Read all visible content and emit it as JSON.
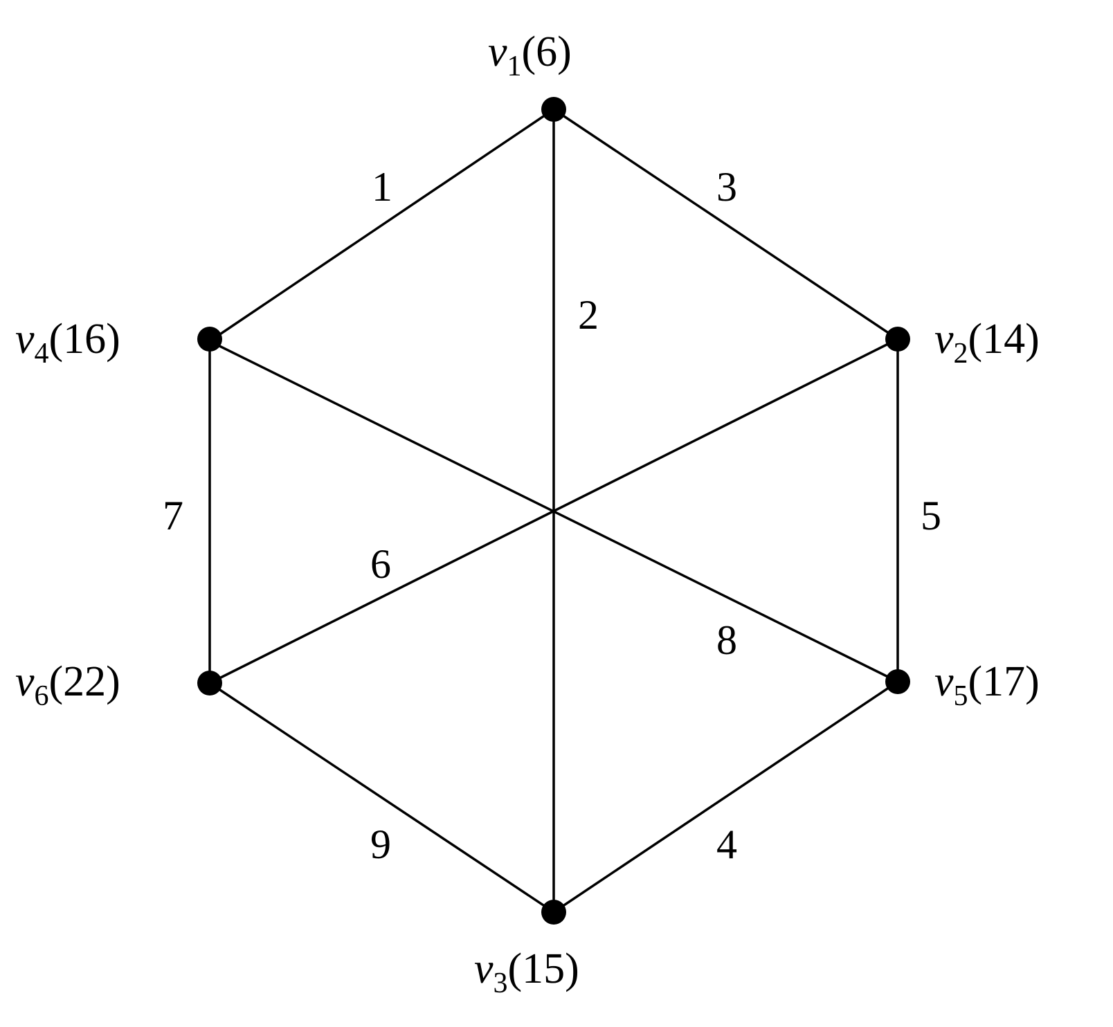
{
  "diagram": {
    "type": "graph",
    "vertices": [
      {
        "id": "v1",
        "label": "v",
        "sub": "1",
        "weight": "(6)"
      },
      {
        "id": "v2",
        "label": "v",
        "sub": "2",
        "weight": "(14)"
      },
      {
        "id": "v3",
        "label": "v",
        "sub": "3",
        "weight": "(15)"
      },
      {
        "id": "v4",
        "label": "v",
        "sub": "4",
        "weight": "(16)"
      },
      {
        "id": "v5",
        "label": "v",
        "sub": "5",
        "weight": "(17)"
      },
      {
        "id": "v6",
        "label": "v",
        "sub": "6",
        "weight": "(22)"
      }
    ],
    "edges": [
      {
        "from": "v1",
        "to": "v4",
        "label": "1"
      },
      {
        "from": "v1",
        "to": "v3",
        "label": "2"
      },
      {
        "from": "v1",
        "to": "v2",
        "label": "3"
      },
      {
        "from": "v3",
        "to": "v5",
        "label": "4"
      },
      {
        "from": "v2",
        "to": "v5",
        "label": "5"
      },
      {
        "from": "v2",
        "to": "v6",
        "label": "6"
      },
      {
        "from": "v4",
        "to": "v6",
        "label": "7"
      },
      {
        "from": "v4",
        "to": "v5",
        "label": "8"
      },
      {
        "from": "v6",
        "to": "v3",
        "label": "9"
      }
    ]
  }
}
